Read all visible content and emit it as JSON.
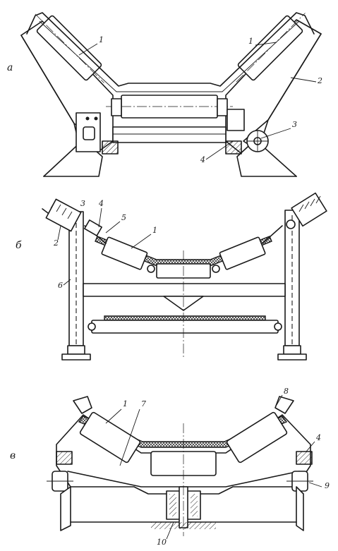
{
  "panels": {
    "a": {
      "label": "а",
      "callouts": {
        "c1_left": "1",
        "c1_right": "1",
        "c2": "2",
        "c3": "3",
        "c4": "4"
      }
    },
    "b": {
      "label": "б",
      "callouts": {
        "c1": "1",
        "c2": "2",
        "c3": "3",
        "c4": "4",
        "c5": "5",
        "c6": "6"
      }
    },
    "v": {
      "label": "в",
      "callouts": {
        "c1": "1",
        "c4": "4",
        "c7": "7",
        "c8": "8",
        "c9": "9",
        "c10": "10"
      }
    }
  }
}
